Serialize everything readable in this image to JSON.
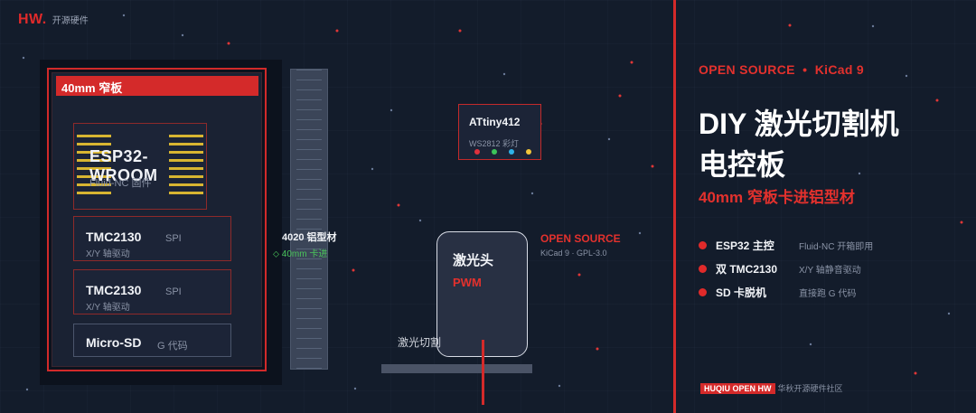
{
  "logo": {
    "mark": "HW.",
    "text": "开源硬件"
  },
  "board": {
    "title": "40mm 窄板",
    "esp": {
      "name": "ESP32-WROOM",
      "sub": "Fluid-NC 固件"
    },
    "tmc1": {
      "name": "TMC2130",
      "tag": "SPI",
      "sub": "X/Y 轴驱动"
    },
    "tmc2": {
      "name": "TMC2130",
      "tag": "SPI",
      "sub": "X/Y 轴驱动"
    },
    "sd": {
      "name": "Micro-SD",
      "tag": "G 代码"
    }
  },
  "rail": {
    "label": "4020 铝型材",
    "sub": "⬦ 40mm 卡进"
  },
  "attiny": {
    "name": "ATtiny412",
    "sub": "WS2812 彩灯",
    "leds": [
      "#e0313d",
      "#3cc45a",
      "#2fb2e8",
      "#f2c63a"
    ]
  },
  "mid_os": {
    "title": "OPEN SOURCE",
    "sub": "KiCad 9 · GPL-3.0"
  },
  "laser": {
    "name": "激光头",
    "signal": "PWM",
    "cut_label": "激光切割"
  },
  "right": {
    "kicker": "OPEN SOURCE  •  KiCad 9",
    "title_line1": "DIY 激光切割机",
    "title_line2": "电控板",
    "subtitle": "40mm 窄板卡进铝型材",
    "features": [
      {
        "name": "ESP32 主控",
        "desc": "Fluid-NC 开箱即用"
      },
      {
        "name": "双 TMC2130",
        "desc": "X/Y 轴静音驱动"
      },
      {
        "name": "SD 卡脱机",
        "desc": "直接跑 G 代码"
      }
    ],
    "footer_tag": "HUQIU OPEN HW",
    "footer_text": "华秋开源硬件社区"
  },
  "colors": {
    "accent": "#e02a2a",
    "background": "#131c2b",
    "pin": "#d8b531"
  }
}
